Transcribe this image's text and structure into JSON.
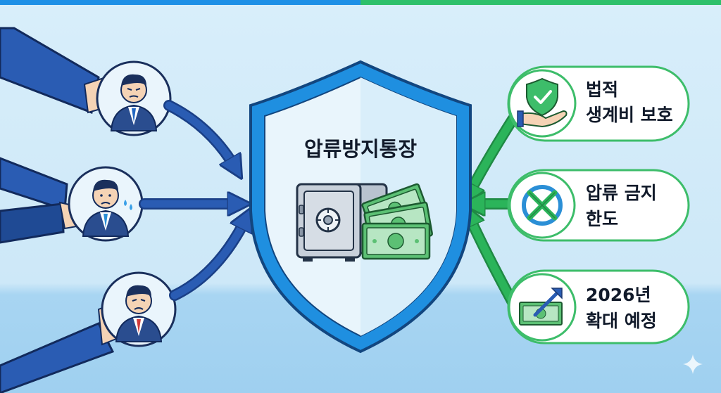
{
  "title": "압류방지통장",
  "benefits": [
    {
      "icon": "shield-hand-icon",
      "lines": [
        "법적",
        "생계비 보호"
      ]
    },
    {
      "icon": "seizure-ban-icon",
      "lines": [
        "압류 금지",
        "한도"
      ]
    },
    {
      "icon": "money-growth-icon",
      "lines": [
        "2026년",
        "확대 예정"
      ]
    }
  ],
  "creditors": [
    {
      "expression": "angry"
    },
    {
      "expression": "worried"
    },
    {
      "expression": "sad"
    }
  ],
  "colors": {
    "sky_top": "#d5ecf9",
    "sky_bottom": "#a9d6f3",
    "shield_blue": "#1f8fe0",
    "arrow_blue": "#2a5cb3",
    "arrow_green": "#2bb45a",
    "card_border": "#3dbd6a",
    "cash_green": "#5cc074"
  }
}
